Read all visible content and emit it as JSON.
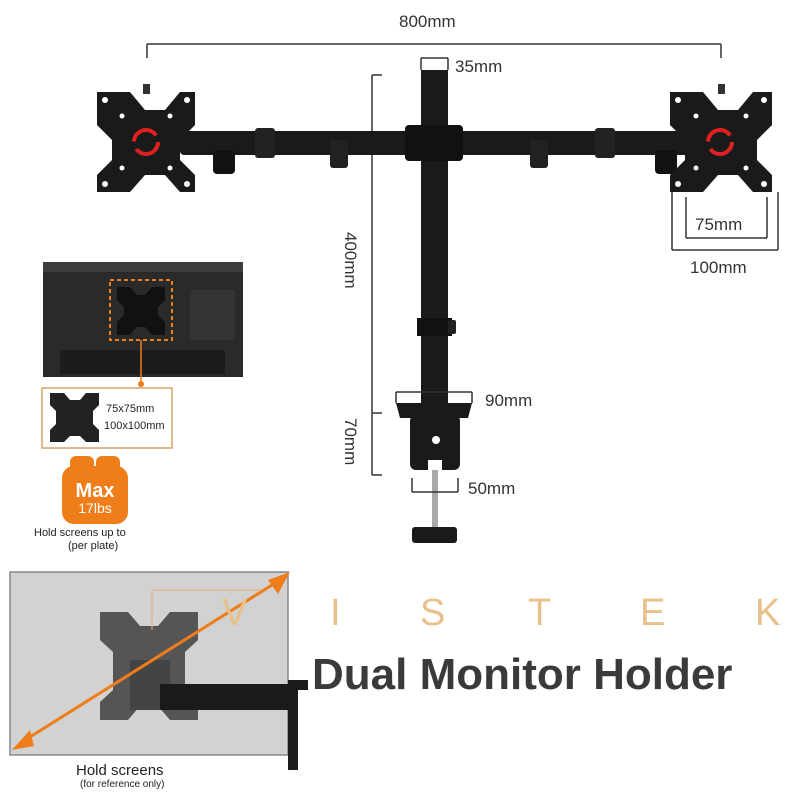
{
  "dimensions": {
    "width_total": "800mm",
    "pole_diameter": "35mm",
    "pole_height": "400mm",
    "clamp_height": "70mm",
    "base_width": "90mm",
    "clamp_opening": "50mm",
    "vesa_small": "75mm",
    "vesa_large": "100mm"
  },
  "vesa_box": {
    "line1": "75x75mm",
    "line2": "100x100mm"
  },
  "badge": {
    "top": "Max",
    "bottom": "17lbs"
  },
  "hold_note": {
    "line1": "Hold screens up to",
    "line2": "(per plate)"
  },
  "brand": {
    "letters": [
      "V",
      "I",
      "S",
      "T",
      "E",
      "K"
    ]
  },
  "title": "Dual Monitor Holder",
  "bottom_caption": {
    "line1": "Hold screens",
    "line2": "(for reference only)"
  },
  "colors": {
    "accent_orange": "#ef7d1a",
    "mount_black": "#1a1a1a",
    "rotate_red": "#e02020",
    "brand_tan": "#e8c08a"
  }
}
